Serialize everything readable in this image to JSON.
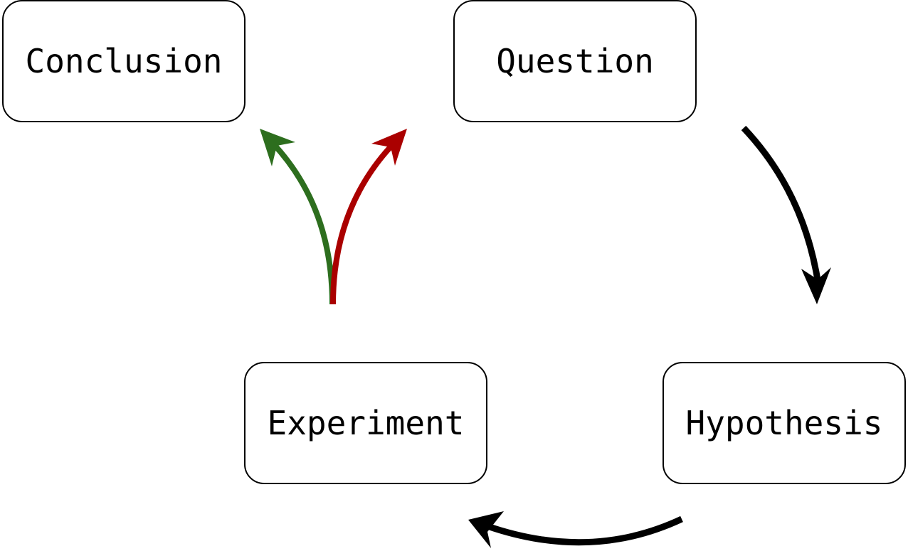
{
  "nodes": {
    "conclusion": "Conclusion",
    "question": "Question",
    "experiment": "Experiment",
    "hypothesis": "Hypothesis"
  },
  "edges": [
    {
      "from": "question",
      "to": "hypothesis",
      "color": "#000000"
    },
    {
      "from": "hypothesis",
      "to": "experiment",
      "color": "#000000"
    },
    {
      "from": "experiment",
      "to": "conclusion",
      "color": "#2d6e1e"
    },
    {
      "from": "experiment",
      "to": "question",
      "color": "#aa0000"
    }
  ]
}
